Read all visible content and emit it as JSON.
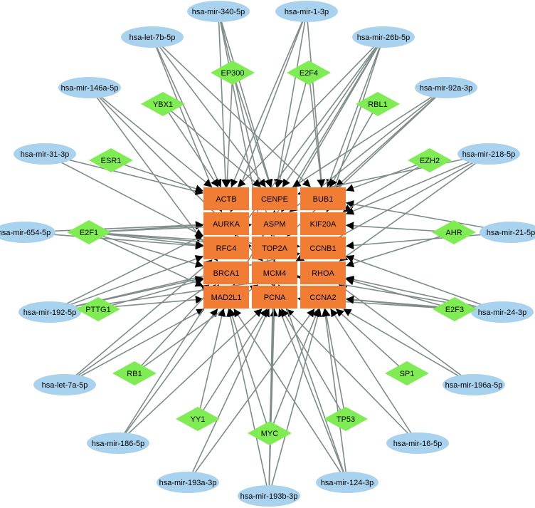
{
  "colors": {
    "gene": "#f07d33",
    "tf": "#7fec53",
    "mirna": "#a9d2ef",
    "edge": "#7e8c8a"
  },
  "genes": [
    {
      "id": "ACTB",
      "label": "ACTB"
    },
    {
      "id": "CENPE",
      "label": "CENPE"
    },
    {
      "id": "BUB1",
      "label": "BUB1"
    },
    {
      "id": "AURKA",
      "label": "AURKA"
    },
    {
      "id": "ASPM",
      "label": "ASPM"
    },
    {
      "id": "KIF20A",
      "label": "KIF20A"
    },
    {
      "id": "RFC4",
      "label": "RFC4"
    },
    {
      "id": "TOP2A",
      "label": "TOP2A"
    },
    {
      "id": "CCNB1",
      "label": "CCNB1"
    },
    {
      "id": "BRCA1",
      "label": "BRCA1"
    },
    {
      "id": "MCM4",
      "label": "MCM4"
    },
    {
      "id": "RHOA",
      "label": "RHOA"
    },
    {
      "id": "MAD2L1",
      "label": "MAD2L1"
    },
    {
      "id": "PCNA",
      "label": "PCNA"
    },
    {
      "id": "CCNA2",
      "label": "CCNA2"
    }
  ],
  "tfs": [
    {
      "id": "EP300",
      "label": "EP300"
    },
    {
      "id": "E2F4",
      "label": "E2F4"
    },
    {
      "id": "YBX1",
      "label": "YBX1"
    },
    {
      "id": "RBL1",
      "label": "RBL1"
    },
    {
      "id": "ESR1",
      "label": "ESR1"
    },
    {
      "id": "EZH2",
      "label": "EZH2"
    },
    {
      "id": "E2F1",
      "label": "E2F1"
    },
    {
      "id": "AHR",
      "label": "AHR"
    },
    {
      "id": "PTTG1",
      "label": "PTTG1"
    },
    {
      "id": "E2F3",
      "label": "E2F3"
    },
    {
      "id": "RB1",
      "label": "RB1"
    },
    {
      "id": "SP1",
      "label": "SP1"
    },
    {
      "id": "YY1",
      "label": "YY1"
    },
    {
      "id": "TP53",
      "label": "TP53"
    },
    {
      "id": "MYC",
      "label": "MYC"
    }
  ],
  "mirnas": [
    {
      "id": "m340",
      "label": "hsa-mir-340-5p"
    },
    {
      "id": "m1",
      "label": "hsa-mir-1-3p"
    },
    {
      "id": "l7b",
      "label": "hsa-let-7b-5p"
    },
    {
      "id": "m26b",
      "label": "hsa-mir-26b-5p"
    },
    {
      "id": "m146a",
      "label": "hsa-mir-146a-5p"
    },
    {
      "id": "m92a",
      "label": "hsa-mir-92a-3p"
    },
    {
      "id": "m31",
      "label": "hsa-mir-31-3p"
    },
    {
      "id": "m218",
      "label": "hsa-mir-218-5p"
    },
    {
      "id": "m654",
      "label": "hsa-mir-654-5p"
    },
    {
      "id": "m21",
      "label": "hsa-mir-21-5p"
    },
    {
      "id": "m192",
      "label": "hsa-mir-192-5p"
    },
    {
      "id": "m24",
      "label": "hsa-mir-24-3p"
    },
    {
      "id": "l7a",
      "label": "hsa-let-7a-5p"
    },
    {
      "id": "m196a",
      "label": "hsa-mir-196a-5p"
    },
    {
      "id": "m186",
      "label": "hsa-mir-186-5p"
    },
    {
      "id": "m16",
      "label": "hsa-mir-16-5p"
    },
    {
      "id": "m193a",
      "label": "hsa-mir-193a-3p"
    },
    {
      "id": "m124",
      "label": "hsa-mir-124-3p"
    },
    {
      "id": "m193b",
      "label": "hsa-mir-193b-3p"
    }
  ],
  "edges": [
    [
      "m340",
      "ACTB"
    ],
    [
      "m340",
      "CENPE"
    ],
    [
      "m340",
      "PCNA"
    ],
    [
      "m340",
      "TOP2A"
    ],
    [
      "m1",
      "ACTB"
    ],
    [
      "m1",
      "CENPE"
    ],
    [
      "m1",
      "BUB1"
    ],
    [
      "m1",
      "AURKA"
    ],
    [
      "l7b",
      "ACTB"
    ],
    [
      "l7b",
      "CENPE"
    ],
    [
      "l7b",
      "BUB1"
    ],
    [
      "l7b",
      "AURKA"
    ],
    [
      "m26b",
      "ACTB"
    ],
    [
      "m26b",
      "CENPE"
    ],
    [
      "m26b",
      "BUB1"
    ],
    [
      "m26b",
      "ASPM"
    ],
    [
      "m26b",
      "KIF20A"
    ],
    [
      "m26b",
      "RFC4"
    ],
    [
      "m26b",
      "MAD2L1"
    ],
    [
      "m146a",
      "ACTB"
    ],
    [
      "m146a",
      "BRCA1"
    ],
    [
      "m146a",
      "MCM4"
    ],
    [
      "m92a",
      "CENPE"
    ],
    [
      "m92a",
      "BUB1"
    ],
    [
      "m92a",
      "ASPM"
    ],
    [
      "m92a",
      "TOP2A"
    ],
    [
      "m31",
      "ACTB"
    ],
    [
      "m31",
      "RFC4"
    ],
    [
      "m218",
      "CENPE"
    ],
    [
      "m218",
      "KIF20A"
    ],
    [
      "m218",
      "MCM4"
    ],
    [
      "m218",
      "RHOA"
    ],
    [
      "m654",
      "AURKA"
    ],
    [
      "m654",
      "RFC4"
    ],
    [
      "m21",
      "BUB1"
    ],
    [
      "m21",
      "CCNB1"
    ],
    [
      "m192",
      "AURKA"
    ],
    [
      "m192",
      "RFC4"
    ],
    [
      "m192",
      "CCNB1"
    ],
    [
      "m192",
      "BRCA1"
    ],
    [
      "m192",
      "RHOA"
    ],
    [
      "m192",
      "MAD2L1"
    ],
    [
      "m24",
      "CCNA2"
    ],
    [
      "m24",
      "RHOA"
    ],
    [
      "m24",
      "PCNA"
    ],
    [
      "m24",
      "MCM4"
    ],
    [
      "m24",
      "CCNB1"
    ],
    [
      "l7a",
      "RFC4"
    ],
    [
      "l7a",
      "BRCA1"
    ],
    [
      "l7a",
      "MAD2L1"
    ],
    [
      "m196a",
      "CCNA2"
    ],
    [
      "m196a",
      "RHOA"
    ],
    [
      "m186",
      "MAD2L1"
    ],
    [
      "m186",
      "PCNA"
    ],
    [
      "m186",
      "BRCA1"
    ],
    [
      "m16",
      "CCNA2"
    ],
    [
      "m16",
      "PCNA"
    ],
    [
      "m193a",
      "PCNA"
    ],
    [
      "m193a",
      "CCNA2"
    ],
    [
      "m124",
      "MAD2L1"
    ],
    [
      "m124",
      "PCNA"
    ],
    [
      "m124",
      "CCNA2"
    ],
    [
      "m124",
      "MCM4"
    ],
    [
      "m193b",
      "MAD2L1"
    ],
    [
      "m193b",
      "PCNA"
    ],
    [
      "m193b",
      "CCNA2"
    ],
    [
      "m193b",
      "TOP2A"
    ],
    [
      "m193b",
      "CENPE"
    ],
    [
      "EP300",
      "ACTB"
    ],
    [
      "EP300",
      "CENPE"
    ],
    [
      "E2F4",
      "CENPE"
    ],
    [
      "E2F4",
      "BUB1"
    ],
    [
      "YBX1",
      "ACTB"
    ],
    [
      "YBX1",
      "CENPE"
    ],
    [
      "RBL1",
      "BUB1"
    ],
    [
      "ESR1",
      "ACTB"
    ],
    [
      "EZH2",
      "BUB1"
    ],
    [
      "EZH2",
      "KIF20A"
    ],
    [
      "E2F1",
      "AURKA"
    ],
    [
      "E2F1",
      "ASPM"
    ],
    [
      "E2F1",
      "RFC4"
    ],
    [
      "E2F1",
      "TOP2A"
    ],
    [
      "E2F1",
      "BRCA1"
    ],
    [
      "E2F1",
      "MAD2L1"
    ],
    [
      "E2F1",
      "CCNB1"
    ],
    [
      "AHR",
      "KIF20A"
    ],
    [
      "AHR",
      "RHOA"
    ],
    [
      "PTTG1",
      "BRCA1"
    ],
    [
      "E2F3",
      "CCNA2"
    ],
    [
      "E2F3",
      "RHOA"
    ],
    [
      "RB1",
      "BRCA1"
    ],
    [
      "RB1",
      "MCM4"
    ],
    [
      "SP1",
      "CCNA2"
    ],
    [
      "YY1",
      "MAD2L1"
    ],
    [
      "YY1",
      "PCNA"
    ],
    [
      "TP53",
      "PCNA"
    ],
    [
      "TP53",
      "CCNA2"
    ],
    [
      "MYC",
      "PCNA"
    ],
    [
      "MYC",
      "MAD2L1"
    ],
    [
      "MYC",
      "CCNA2"
    ],
    [
      "MYC",
      "MCM4"
    ]
  ]
}
